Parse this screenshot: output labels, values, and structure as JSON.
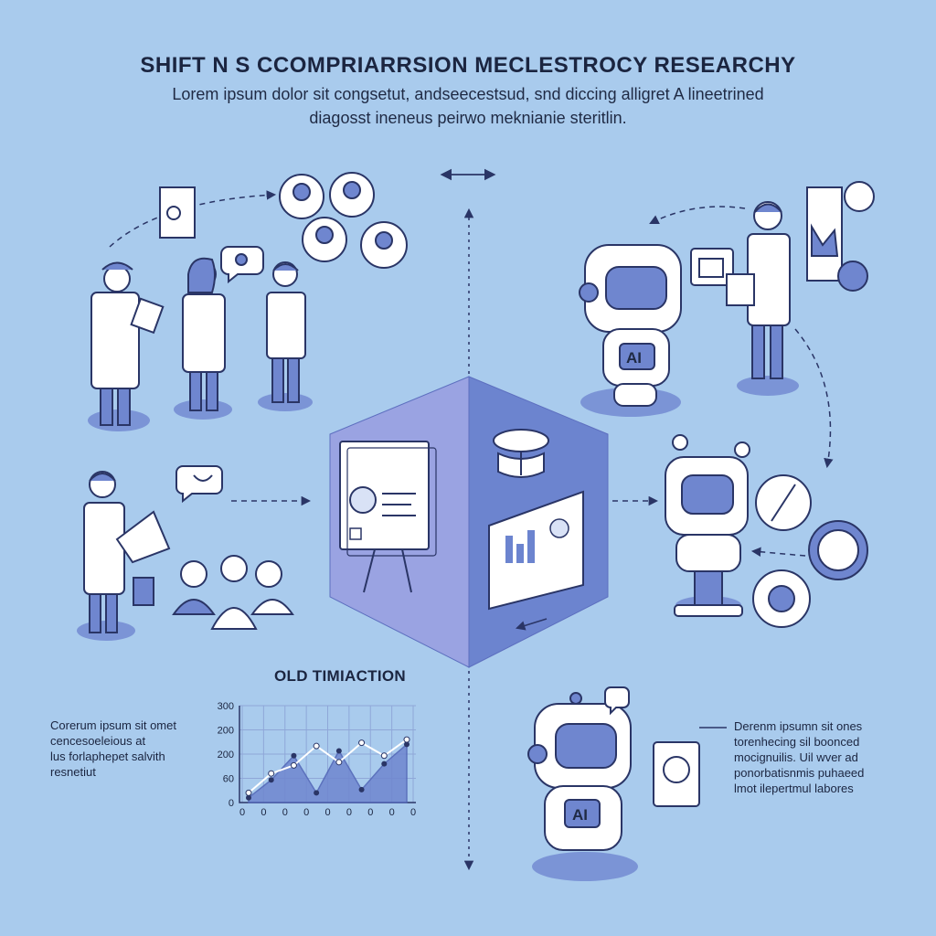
{
  "header": {
    "title": "SHIFT N S CCOMPRIARRSION MECLESTROCY RESEARCHY",
    "subtitle_lines": [
      "Lorem ipsum dolor sit congsetut, andseecestsud, snd diccing alligret A lineetrined",
      "diagosst ineneus peirwo meknianie steritlin."
    ]
  },
  "robot_badge": "AI",
  "section_label": "OLD TIMIACTION",
  "left_note": {
    "lines": [
      "Corerum ipsum sit omet",
      "cencesoeleious at",
      "lus forlaphepet salvith",
      "resnetiut"
    ]
  },
  "right_note": {
    "lines": [
      "Derenm ipsumn sit ones",
      "torenhecing sil boonced",
      "mocignuilis. Uil wver ad",
      "ponorbatisnmis puhaeed",
      "lmot ilepertmul labores"
    ]
  },
  "chart_data": {
    "type": "area",
    "title": "",
    "xlabel": "",
    "ylabel": "",
    "y_tick_labels": [
      "300",
      "200",
      "200",
      "60",
      "0"
    ],
    "x_tick_labels": [
      "0",
      "0",
      "0",
      "0",
      "0",
      "0",
      "0",
      "0",
      "0"
    ],
    "ylim": [
      0,
      300
    ],
    "series": [
      {
        "name": "",
        "style": "area",
        "values": [
          15,
          70,
          145,
          30,
          160,
          40,
          120,
          180
        ]
      },
      {
        "name": "",
        "style": "line",
        "values": [
          30,
          90,
          115,
          175,
          125,
          185,
          145,
          195
        ]
      }
    ],
    "grid": true,
    "colors": {
      "area": "#6f86cf",
      "line": "#ffffff",
      "marker": "#2a3566"
    }
  },
  "colors": {
    "background": "#a9cbed",
    "accent": "#6f86cf",
    "ink": "#2a3566",
    "panel_left": "#9da6e0",
    "panel_right": "#6b84cf"
  }
}
